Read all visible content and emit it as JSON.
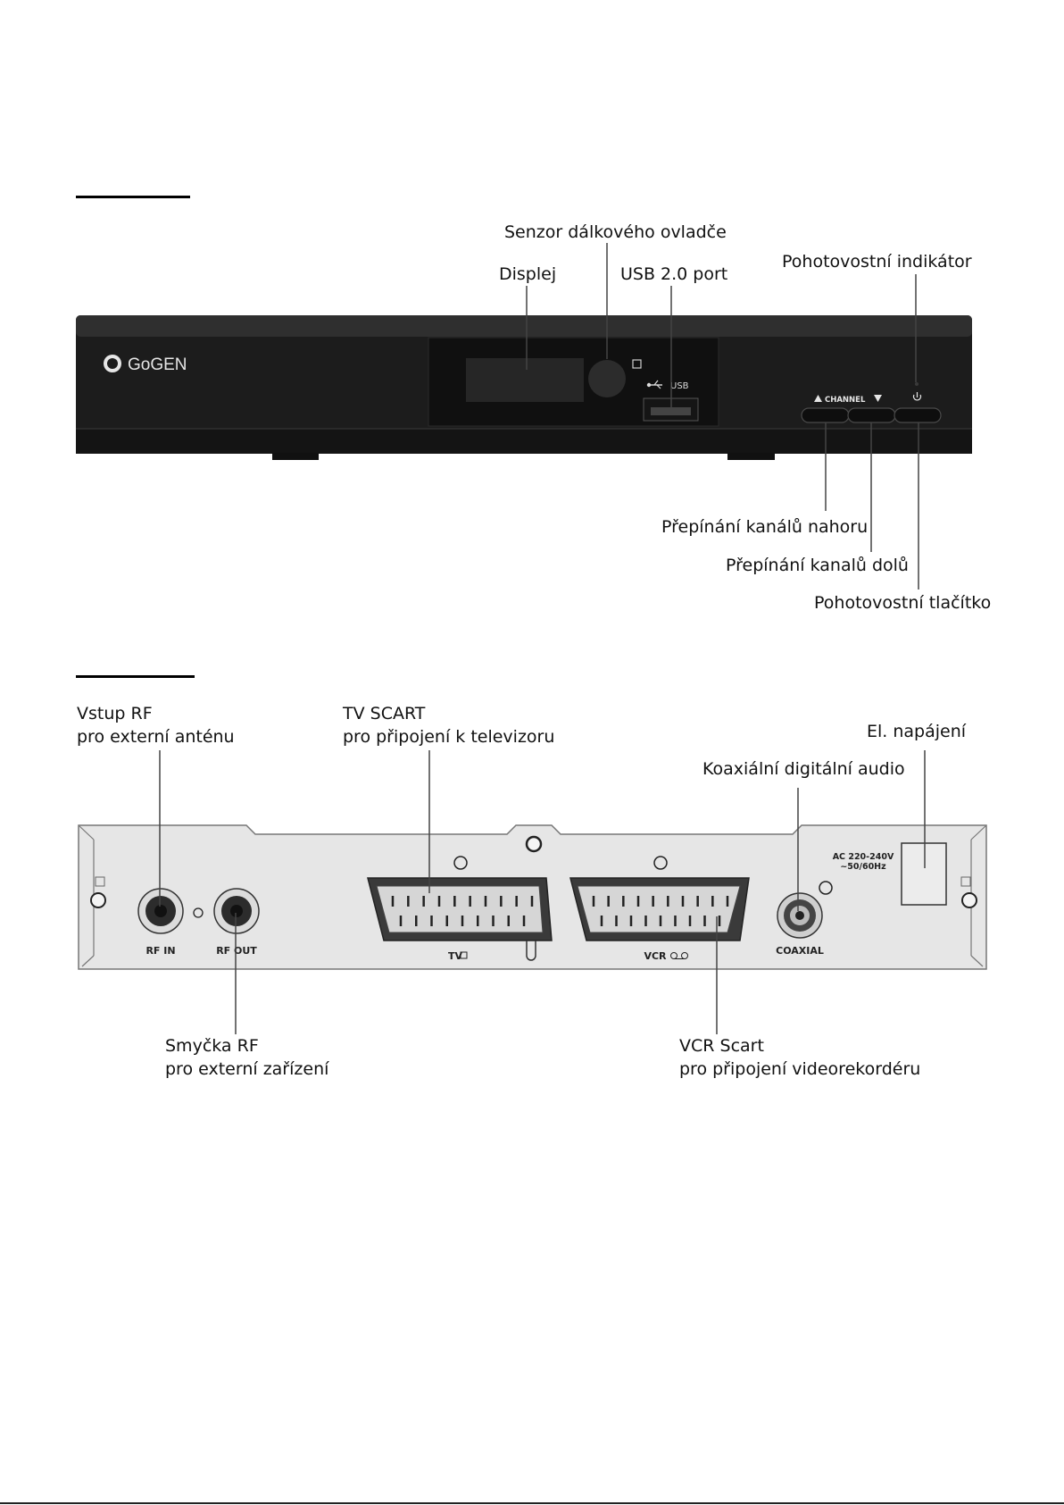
{
  "front_panel": {
    "brand": "GoGEN",
    "usb_text": "USB",
    "channel_text": "CHANNEL",
    "labels": {
      "sensor": "Senzor dálkového ovladče",
      "display": "Displej",
      "usb_port": "USB 2.0 port",
      "standby_indicator": "Pohotovostní indikátor",
      "channel_up": "Přepínání kanálů nahoru",
      "channel_down": "Přepínání kanalů dolů",
      "standby_button": "Pohotovostní tlačítko"
    }
  },
  "rear_panel": {
    "port_texts": {
      "rf_in": "RF IN",
      "rf_out": "RF OUT",
      "tv": "TV",
      "vcr": "VCR",
      "coaxial": "COAXIAL",
      "power_line1": "AC 220-240V",
      "power_line2": "~50/60Hz"
    },
    "labels": {
      "rf_in_line1": "Vstup RF",
      "rf_in_line2": "pro externí anténu",
      "tv_scart_line1": "TV SCART",
      "tv_scart_line2": "pro připojení k televizoru",
      "power": "El. napájení",
      "coaxial": "Koaxiální digitální audio",
      "rf_out_line1": "Smyčka RF",
      "rf_out_line2": "pro externí zařízení",
      "vcr_line1": "VCR Scart",
      "vcr_line2": "pro připojení videorekordéru"
    }
  },
  "colors": {
    "front_body": "#1c1c1c",
    "front_top": "#2e2e2e",
    "rear_panel": "#e6e6e6",
    "scart_body": "#3a3a3a"
  }
}
